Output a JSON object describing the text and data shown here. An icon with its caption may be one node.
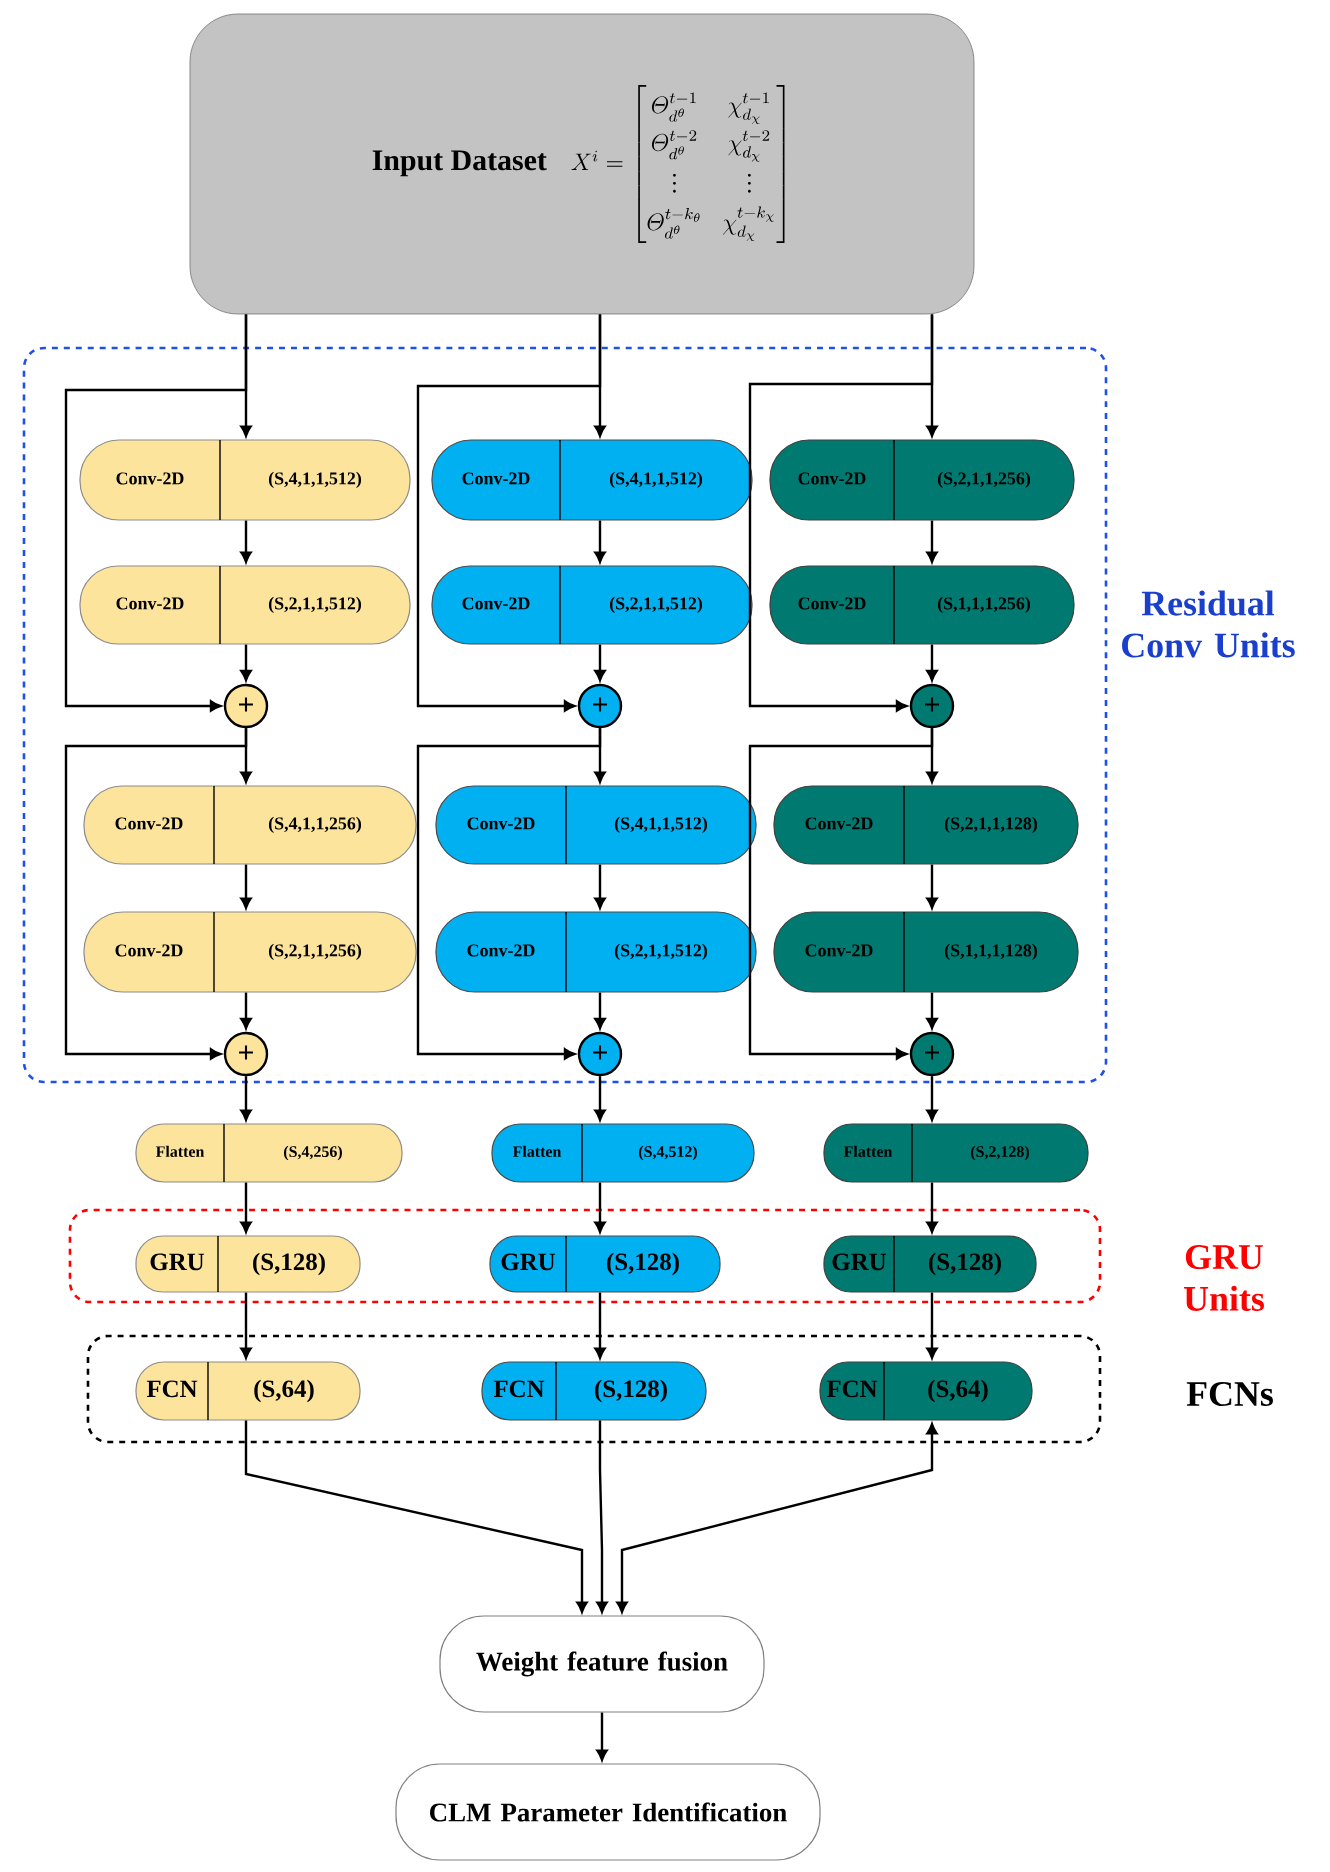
{
  "diagram": {
    "nodes": [
      {
        "text": [
          "Input Dataset",
          "X^{i} = \\begin{bmatrix} \\varTheta_{d^{\\theta}}^{t-1} & \\chi_{d_{\\chi}}^{t-1} \\\\ \\varTheta_{d^{\\theta}}^{t-2} & \\chi_{d_{\\chi}}^{t-2} \\\\ \\vdots & \\vdots \\\\ \\varTheta_{d^{\\theta}}^{t-k_{\\theta}} & \\chi_{d_{\\chi}}^{t-k_{\\chi}} \\end{bmatrix}"
        ]
      },
      {
        "text": [
          "Residual Conv Units"
        ]
      },
      {
        "text": [
          "Conv-2D",
          "(S,4,1,1,512)"
        ],
        "in": 1
      },
      {
        "text": [
          "Conv-2D",
          "(S,2,1,1,512)"
        ],
        "in": 1
      },
      {
        "text": [
          "+"
        ],
        "in": 1
      },
      {
        "text": [
          "Conv-2D",
          "(S,4,1,1,256)"
        ],
        "in": 1
      },
      {
        "text": [
          "Conv-2D",
          "(S,2,1,1,256)"
        ],
        "in": 1
      },
      {
        "text": [
          "+"
        ],
        "in": 1
      },
      {
        "text": [
          "Conv-2D",
          "(S,4,1,1,512)"
        ],
        "in": 1
      },
      {
        "text": [
          "Conv-2D",
          "(S,2,1,1,512)"
        ],
        "in": 1
      },
      {
        "text": [
          "+"
        ],
        "in": 1
      },
      {
        "text": [
          "Conv-2D",
          "(S,4,1,1,512)"
        ],
        "in": 1
      },
      {
        "text": [
          "Conv-2D",
          "(S,2,1,1,512)"
        ],
        "in": 1
      },
      {
        "text": [
          "+"
        ],
        "in": 1
      },
      {
        "text": [
          "Conv-2D",
          "(S,2,1,1,256)"
        ],
        "in": 1
      },
      {
        "text": [
          "Conv-2D",
          "(S,1,1,1,256)"
        ],
        "in": 1
      },
      {
        "text": [
          "+"
        ],
        "in": 1
      },
      {
        "text": [
          "Conv-2D",
          "(S,2,1,1,128)"
        ],
        "in": 1
      },
      {
        "text": [
          "Conv-2D",
          "(S,1,1,1,128)"
        ],
        "in": 1
      },
      {
        "text": [
          "+"
        ],
        "in": 1
      },
      {
        "text": [
          "Flatten",
          "(S,4,256)"
        ]
      },
      {
        "text": [
          "Flatten",
          "(S,4,512)"
        ]
      },
      {
        "text": [
          "Flatten",
          "(S,2,128)"
        ]
      },
      {
        "text": [
          "GRU Units"
        ]
      },
      {
        "text": [
          "GRU",
          "(S,128)"
        ],
        "in": 23
      },
      {
        "text": [
          "GRU",
          "(S,128)"
        ],
        "in": 23
      },
      {
        "text": [
          "GRU",
          "(S,128)"
        ],
        "in": 23
      },
      {
        "text": [
          "FCNs"
        ]
      },
      {
        "text": [
          "FCN",
          "(S,64)"
        ],
        "in": 27
      },
      {
        "text": [
          "FCN",
          "(S,128)"
        ],
        "in": 27
      },
      {
        "text": [
          "FCN",
          "(S,64)"
        ],
        "in": 27
      },
      {
        "text": [
          "Weight feature fusion"
        ]
      },
      {
        "text": [
          "CLM Parameter Identification"
        ]
      }
    ],
    "edges": [
      {
        "from": 0,
        "to": 2,
        "arrow": "to"
      },
      {
        "from": 0,
        "to": 4,
        "arrow": "to"
      },
      {
        "from": 2,
        "to": 3,
        "arrow": "to"
      },
      {
        "from": 3,
        "to": 4,
        "arrow": "to"
      },
      {
        "from": 4,
        "to": 5,
        "arrow": "to"
      },
      {
        "from": 4,
        "to": 7,
        "arrow": "to"
      },
      {
        "from": 5,
        "to": 6,
        "arrow": "to"
      },
      {
        "from": 6,
        "to": 7,
        "arrow": "to"
      },
      {
        "from": 7,
        "to": 20,
        "arrow": "to"
      },
      {
        "from": 20,
        "to": 24,
        "arrow": "to"
      },
      {
        "from": 24,
        "to": 28,
        "arrow": "to"
      },
      {
        "from": 28,
        "to": 31,
        "arrow": "to"
      },
      {
        "from": 0,
        "to": 8,
        "arrow": "to"
      },
      {
        "from": 0,
        "to": 10,
        "arrow": "to"
      },
      {
        "from": 8,
        "to": 9,
        "arrow": "to"
      },
      {
        "from": 9,
        "to": 10,
        "arrow": "to"
      },
      {
        "from": 10,
        "to": 11,
        "arrow": "to"
      },
      {
        "from": 10,
        "to": 13,
        "arrow": "to"
      },
      {
        "from": 11,
        "to": 12,
        "arrow": "to"
      },
      {
        "from": 12,
        "to": 13,
        "arrow": "to"
      },
      {
        "from": 13,
        "to": 21,
        "arrow": "to"
      },
      {
        "from": 21,
        "to": 25,
        "arrow": "to"
      },
      {
        "from": 25,
        "to": 29,
        "arrow": "to"
      },
      {
        "from": 29,
        "to": 31,
        "arrow": "to"
      },
      {
        "from": 0,
        "to": 14,
        "arrow": "to"
      },
      {
        "from": 0,
        "to": 16,
        "arrow": "to"
      },
      {
        "from": 14,
        "to": 15,
        "arrow": "to"
      },
      {
        "from": 15,
        "to": 16,
        "arrow": "to"
      },
      {
        "from": 16,
        "to": 17,
        "arrow": "to"
      },
      {
        "from": 16,
        "to": 19,
        "arrow": "to"
      },
      {
        "from": 17,
        "to": 18,
        "arrow": "to"
      },
      {
        "from": 18,
        "to": 19,
        "arrow": "to"
      },
      {
        "from": 19,
        "to": 22,
        "arrow": "to"
      },
      {
        "from": 22,
        "to": 26,
        "arrow": "to"
      },
      {
        "from": 26,
        "to": 30,
        "arrow": "to"
      },
      {
        "from": 30,
        "to": 31,
        "arrow": "both"
      },
      {
        "from": 31,
        "to": 32,
        "arrow": "to"
      }
    ]
  }
}
